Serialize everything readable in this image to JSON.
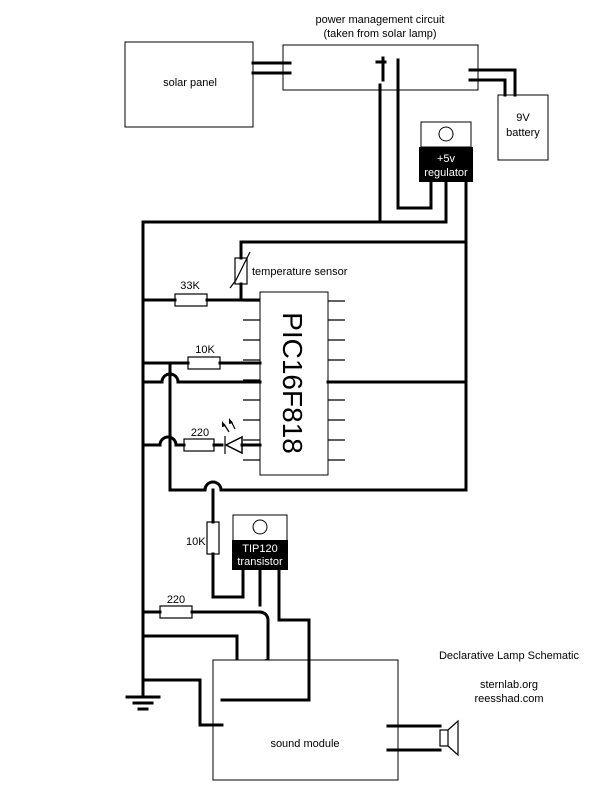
{
  "power_circuit": {
    "title_line1": "power management circuit",
    "title_line2": "(taken from solar lamp)"
  },
  "solar_panel": {
    "label": "solar panel"
  },
  "battery": {
    "line1": "9V",
    "line2": "battery"
  },
  "regulator": {
    "line1": "+5v",
    "line2": "regulator"
  },
  "temperature_sensor": {
    "label": "temperature sensor"
  },
  "resistors": {
    "r_33k": "33K",
    "r_10k_top": "10K",
    "r_220_led": "220",
    "r_10k_base": "10K",
    "r_220_bottom": "220"
  },
  "microcontroller": {
    "label": "PIC16F818"
  },
  "transistor": {
    "line1": "TIP120",
    "line2": "transistor"
  },
  "sound_module": {
    "label": "sound module"
  },
  "caption": {
    "title": "Declarative Lamp Schematic",
    "site1": "sternlab.org",
    "site2": "reesshad.com"
  }
}
